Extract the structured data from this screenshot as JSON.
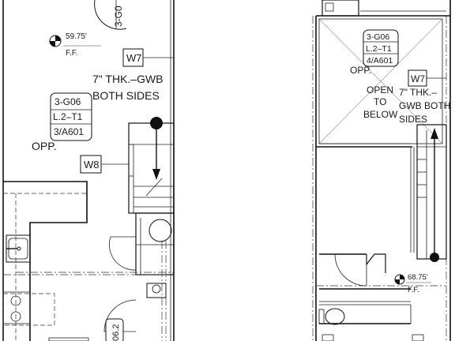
{
  "left_plan": {
    "elevation_value": "59.75'",
    "elevation_suffix": "F.F.",
    "wall_tag_w7": "W7",
    "wall_tag_w8": "W8",
    "wall_note_line1": "7\" THK.–GWB",
    "wall_note_line2": "BOTH SIDES",
    "callout_line1": "3-G06",
    "callout_line2": "L.2–T1",
    "callout_line3": "3/A601",
    "callout_opp": "OPP.",
    "top_partial_tag": "3-G0",
    "door_partial_tag": "06.2"
  },
  "right_plan": {
    "callout_line1": "3-G06",
    "callout_line2": "L.2–T1",
    "callout_line3": "4/A601",
    "callout_opp": "OPP.",
    "open_line1": "OPEN",
    "open_line2": "TO",
    "open_line3": "BELOW",
    "wall_tag_w7": "W7",
    "wall_note_line1": "7\" THK.–",
    "wall_note_line2": "GWB BOTH",
    "wall_note_line3": "SIDES",
    "elevation_value": "68.75'",
    "elevation_suffix": "F.F."
  },
  "icons": {
    "elevation_marker": "elevation-target-icon",
    "stair_arrow": "stair-direction-arrow-icon",
    "sink": "sink-fixture-icon",
    "toilet": "toilet-fixture-icon"
  }
}
